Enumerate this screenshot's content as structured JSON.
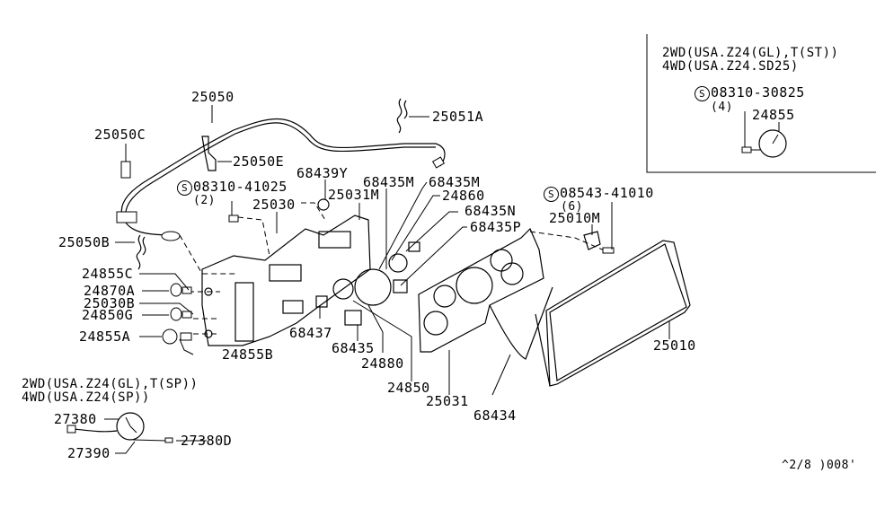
{
  "diagram": {
    "inset_note": {
      "lines": [
        "2WD(USA.Z24(GL),T(ST))",
        "4WD(USA.Z24.SD25)"
      ],
      "screw_ref": {
        "symbol": "S",
        "part": "08310-30825",
        "qty": "(4)"
      },
      "gauge_part": "24855"
    },
    "lower_note": {
      "lines": [
        "2WD(USA.Z24(GL),T(SP))",
        "4WD(USA.Z24(SP))"
      ],
      "parts": [
        "27380",
        "27390",
        "27380D"
      ]
    },
    "screw_refs": [
      {
        "symbol": "S",
        "part": "08310-41025",
        "qty": "(2)"
      },
      {
        "symbol": "S",
        "part": "08543-41010",
        "qty": "(6)"
      }
    ],
    "labels": {
      "p25050": "25050",
      "p25050C": "25050C",
      "p25050E": "25050E",
      "p25051A": "25051A",
      "p25050B": "25050B",
      "p68439Y": "68439Y",
      "p25031M": "25031M",
      "p25030": "25030",
      "p68435M_a": "68435M",
      "p68435M_b": "68435M",
      "p24860": "24860",
      "p68435N": "68435N",
      "p68435P": "68435P",
      "p25010M": "25010M",
      "p24855C": "24855C",
      "p24870A": "24870A",
      "p25030B": "25030B",
      "p24850G": "24850G",
      "p24855A": "24855A",
      "p24855B": "24855B",
      "p68437": "68437",
      "p68435": "68435",
      "p24880": "24880",
      "p24850": "24850",
      "p25031": "25031",
      "p68434": "68434",
      "p25010": "25010"
    },
    "figure_code": "^2/8 )008'"
  }
}
